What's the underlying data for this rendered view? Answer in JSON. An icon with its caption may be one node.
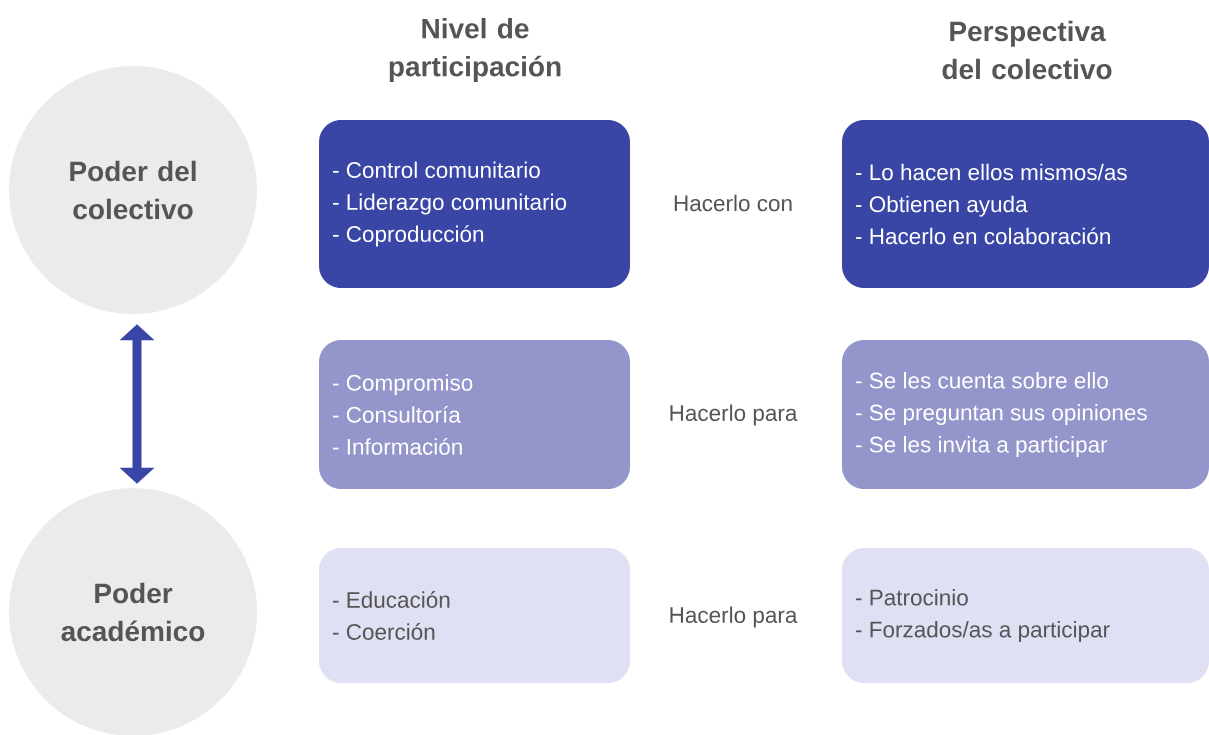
{
  "diagram": {
    "nodes": [
      {
        "text": [
          "Poder del colectivo"
        ]
      },
      {
        "text": [
          "Poder académico"
        ]
      },
      {
        "text": [
          "- Control comunitario",
          "- Liderazgo comunitario",
          "- Coproducción"
        ]
      },
      {
        "text": [
          "- Lo hacen ellos mismos/as",
          "- Obtienen ayuda",
          "- Hacerlo en colaboración"
        ]
      },
      {
        "text": [
          "- Compromiso",
          "- Consultoría",
          "- Información"
        ]
      },
      {
        "text": [
          "- Se les cuenta sobre ello",
          "- Se preguntan sus opiniones",
          "- Se les invita a participar"
        ]
      },
      {
        "text": [
          "- Educación",
          "- Coerción"
        ]
      },
      {
        "text": [
          "- Patrocinio",
          "- Forzados/as a participar"
        ]
      }
    ],
    "edges": [
      {
        "from": 0,
        "to": 1,
        "arrow": "both"
      }
    ],
    "labels": [
      "Nivel de participación",
      "Perspectiva del colectivo",
      "Hacerlo con",
      "Hacerlo para",
      "Hacerlo para"
    ]
  }
}
